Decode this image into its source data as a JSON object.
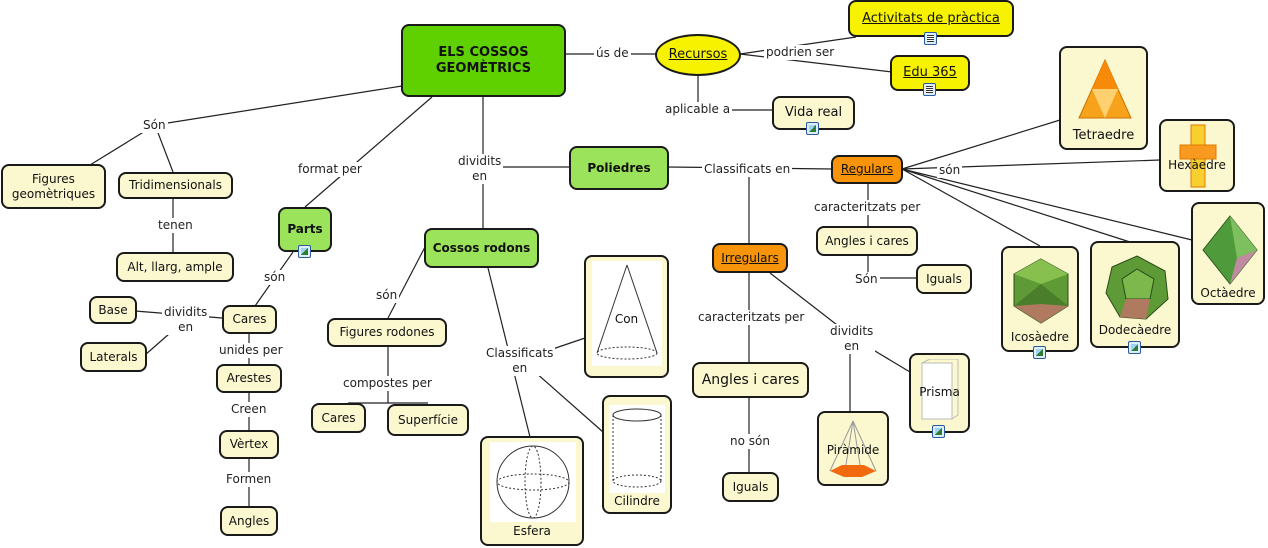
{
  "main": {
    "title": "ELS COSSOS GEOMÈTRICS"
  },
  "nodes": {
    "recursos": "Recursos",
    "activitats": "Activitats de pràctica",
    "edu365": "Edu 365",
    "vida_real": "Vida real",
    "figures_geom": "Figures geomètriques",
    "tridimensionals": "Tridimensionals",
    "alt_llarg": "Alt, llarg, ample",
    "parts": "Parts",
    "base": "Base",
    "laterals": "Laterals",
    "cares": "Cares",
    "arestes": "Arestes",
    "vertex": "Vèrtex",
    "angles": "Angles",
    "cossos_rodons": "Cossos rodons",
    "figures_rodones": "Figures rodones",
    "cares2": "Cares",
    "superficie": "Superfície",
    "poliedres": "Poliedres",
    "regulars": "Regulars",
    "irregulars": "Irregulars",
    "angles_cares_reg": "Angles i cares",
    "iguals_reg": "Iguals",
    "angles_cares_irr": "Angles i cares",
    "iguals_irr": "Iguals",
    "con": "Con",
    "cilindre": "Cilindre",
    "esfera": "Esfera",
    "prisma": "Prisma",
    "piramide": "Piràmide",
    "tetraedre": "Tetraedre",
    "hexaedre": "Hexàedre",
    "octaedre": "Octàedre",
    "icosaedre": "Icosàedre",
    "dodecaedre": "Dodecàedre"
  },
  "links": {
    "us_de": "ús de",
    "podrien_ser": "podrien ser",
    "aplicable_a": "aplicable a",
    "son1": "Són",
    "format_per": "format per",
    "dividits_en1": "dividits\nen",
    "tenen": "tenen",
    "son2": "són",
    "dividits_en2": "dividits\nen",
    "unides_per": "unides per",
    "creen": "Creen",
    "formen": "Formen",
    "son3": "són",
    "compostes_per": "compostes per",
    "classificats_en1": "Classificats\nen",
    "classificats_en2": "Classificats en",
    "son4": "són",
    "caracteritzats_per1": "caracteritzats per",
    "son5": "Són",
    "caracteritzats_per2": "caracteritzats per",
    "no_son": "no són",
    "dividits_en3": "dividits\nen"
  },
  "colors": {
    "main": "#5fd000",
    "green": "#9be35a",
    "orange": "#f7940a",
    "yellow": "#f6f200",
    "node": "#fbf8cf"
  }
}
